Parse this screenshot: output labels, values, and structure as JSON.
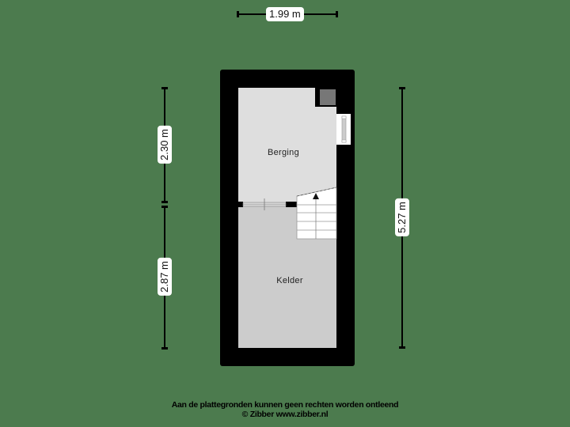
{
  "background_color": "#4c7b4e",
  "dimensions": {
    "width_top": "1.99 m",
    "height_upper_left": "2.30 m",
    "height_lower_left": "2.87 m",
    "height_total_right": "5.27 m"
  },
  "rooms": [
    {
      "name": "Berging",
      "fill": "#dedede"
    },
    {
      "name": "Kelder",
      "fill": "#cccccc"
    }
  ],
  "footer": {
    "disclaimer": "Aan de plattegronden kunnen geen rechten worden ontleend",
    "copyright": "© Zibber www.zibber.nl"
  }
}
